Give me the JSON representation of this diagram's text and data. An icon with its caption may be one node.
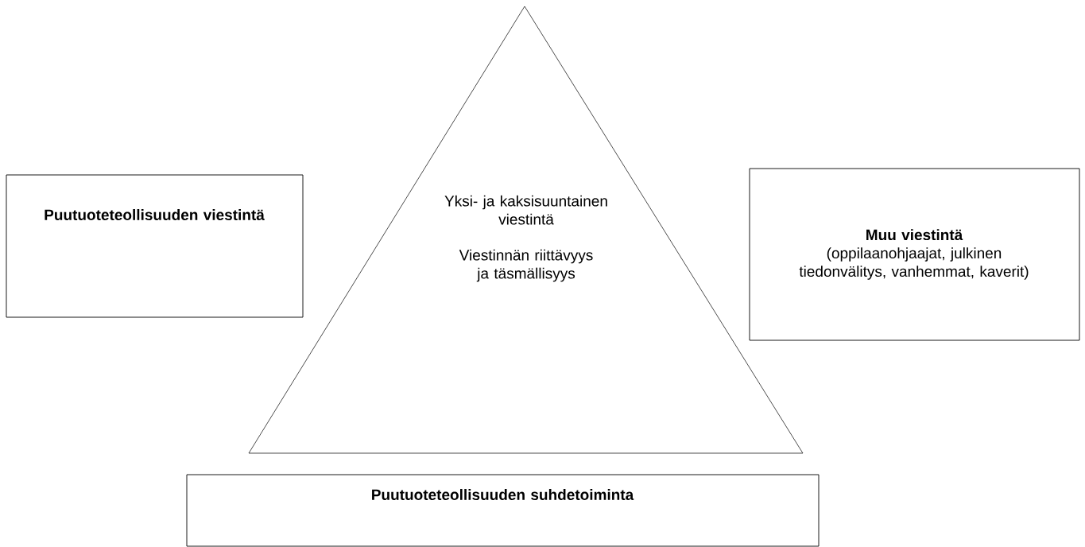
{
  "diagram": {
    "nodes": [
      {
        "text": [
          "Puutuoteteollisuuden viestintä"
        ]
      },
      {
        "text": [
          "Yksi- ja kaksisuuntainen viestintä",
          "Viestinnän riittävyys ja täsmällisyys"
        ]
      },
      {
        "text": [
          "Muu viestintä",
          "(oppilaanohjaajat, julkinen tiedonvälitys, vanhemmat, kaverit)"
        ]
      },
      {
        "text": [
          "Puutuoteteollisuuden suhdetoiminta"
        ]
      }
    ]
  }
}
